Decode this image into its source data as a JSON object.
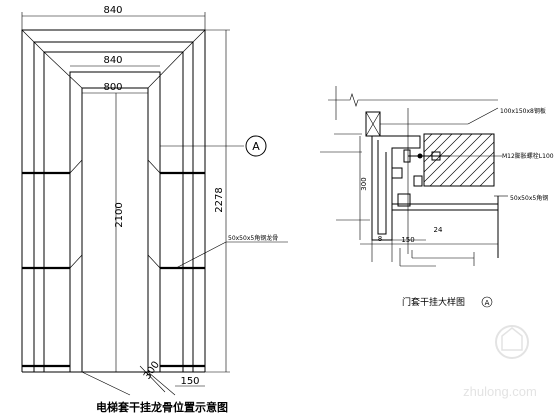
{
  "left_view": {
    "dim_top_width": "840",
    "dim_inner_width": "840",
    "dim_opening_width": "800",
    "dim_height_2100": "2100",
    "dim_height_2278": "2278",
    "dim_depth_300": "300",
    "dim_depth_150": "150",
    "callout_label": "A",
    "angle_note": "50x50x5角钢龙骨",
    "caption": "电梯套干挂龙骨位置示意图"
  },
  "right_view": {
    "label_plate": "100x150x8钢板",
    "label_bolt": "M12膨胀螺栓L100",
    "label_angle": "50x50x5角钢",
    "dim_300": "300",
    "dim_8": "8",
    "dim_150": "150",
    "dim_24": "24",
    "caption": "门套干挂大样图",
    "caption_callout": "A"
  },
  "watermark": "zhulong.com",
  "colors": {
    "line": "#000000",
    "watermark": "#c8c8c8"
  }
}
